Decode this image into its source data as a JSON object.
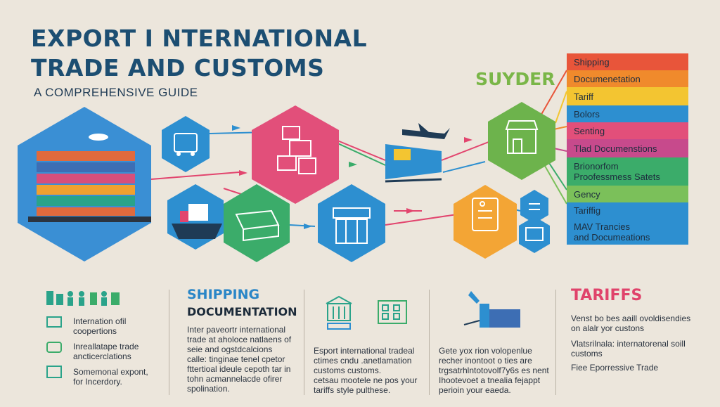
{
  "header": {
    "title_line1": "EXPORT I NTERNATIONAL",
    "title_line2": "TRADE AND CUSTOMS",
    "subtitle": "A COMPREHENSIVE GUIDE",
    "side_label": "SUYDER"
  },
  "legend": [
    {
      "label": "Shipping",
      "color": "#e8553a"
    },
    {
      "label": "Documenetation",
      "color": "#f08a2c"
    },
    {
      "label": "Tariff",
      "color": "#f3c531"
    },
    {
      "label": "Bolors",
      "color": "#2d8fd0"
    },
    {
      "label": "Senting",
      "color": "#e24f7a"
    },
    {
      "label": "Tlad Documenstions",
      "color": "#c74a8c"
    },
    {
      "label": "Brionorfom",
      "label2": "Proofessmess Satets",
      "color": "#3bac6a"
    },
    {
      "label": "Gency",
      "color": "#7bc05a"
    },
    {
      "label": "Tariffig",
      "color": "#2d8fd0"
    },
    {
      "label": "MAV Trancies",
      "label2": "and Documeations",
      "color": "#2d8fd0"
    }
  ],
  "bottom": {
    "col1": {
      "items": [
        {
          "line1": "Internation ofil",
          "line2": "coopertions"
        },
        {
          "line1": "Inreallatape trade",
          "line2": "ancticerclations"
        },
        {
          "line1": "Somemonal expont,",
          "line2": "for Incerdory."
        }
      ]
    },
    "col2": {
      "heading1": "SHIPPING",
      "heading2": "DOCUMENTATION",
      "lines": [
        "Inter paveortr international",
        "trade at aholoce natlaens of",
        "seie and ogstdcalcions",
        "calle: tinginae tenel cpetor",
        "fttertioal ideule cepoth tar in",
        "tohn acmannelacde ofirer",
        "spolination."
      ]
    },
    "col3": {
      "lines": [
        "Esport international tradeal",
        "ctimes cndu .anetlamation",
        "customs  customs.",
        "cetsau mootele ne pos your",
        "tariffs style pulthese."
      ]
    },
    "col4": {
      "lines": [
        "Gete yox rion volopenlue",
        "recher inontoot o ties are",
        "trgsatrhlntotovolf7y6s es nent",
        "Ihootevoet a tnealia fejappt",
        "perioin your eaeda."
      ]
    },
    "col5": {
      "heading": "TARIFFS",
      "items": [
        {
          "line1": "Venst bo bes aaill ovoldisendies",
          "line2": "on alalr yor custons"
        },
        {
          "line1": "Vlatsrilnala: internatorenal soill",
          "line2": "customs"
        },
        {
          "line1": "Fiee Eporressive Trade",
          "line2": ""
        }
      ]
    }
  }
}
